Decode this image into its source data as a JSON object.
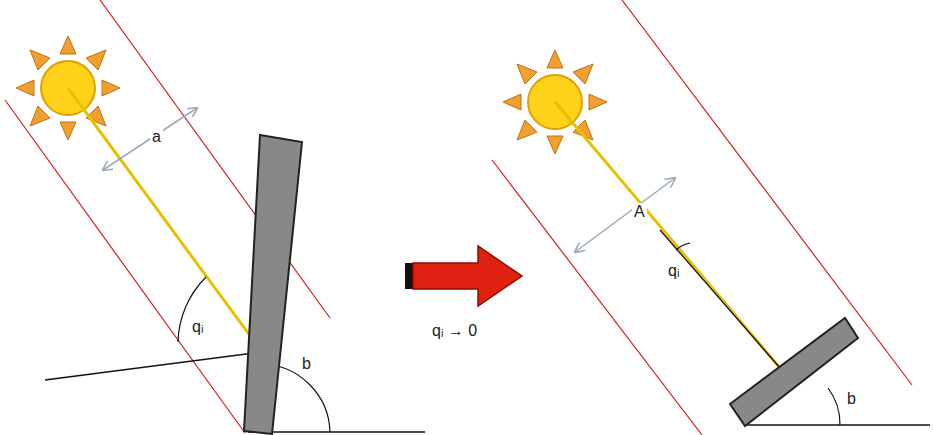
{
  "diagram": {
    "labels": [
      "a",
      "qᵢ",
      "b",
      "qᵢ → 0",
      "A",
      "qᵢ",
      "b"
    ]
  }
}
